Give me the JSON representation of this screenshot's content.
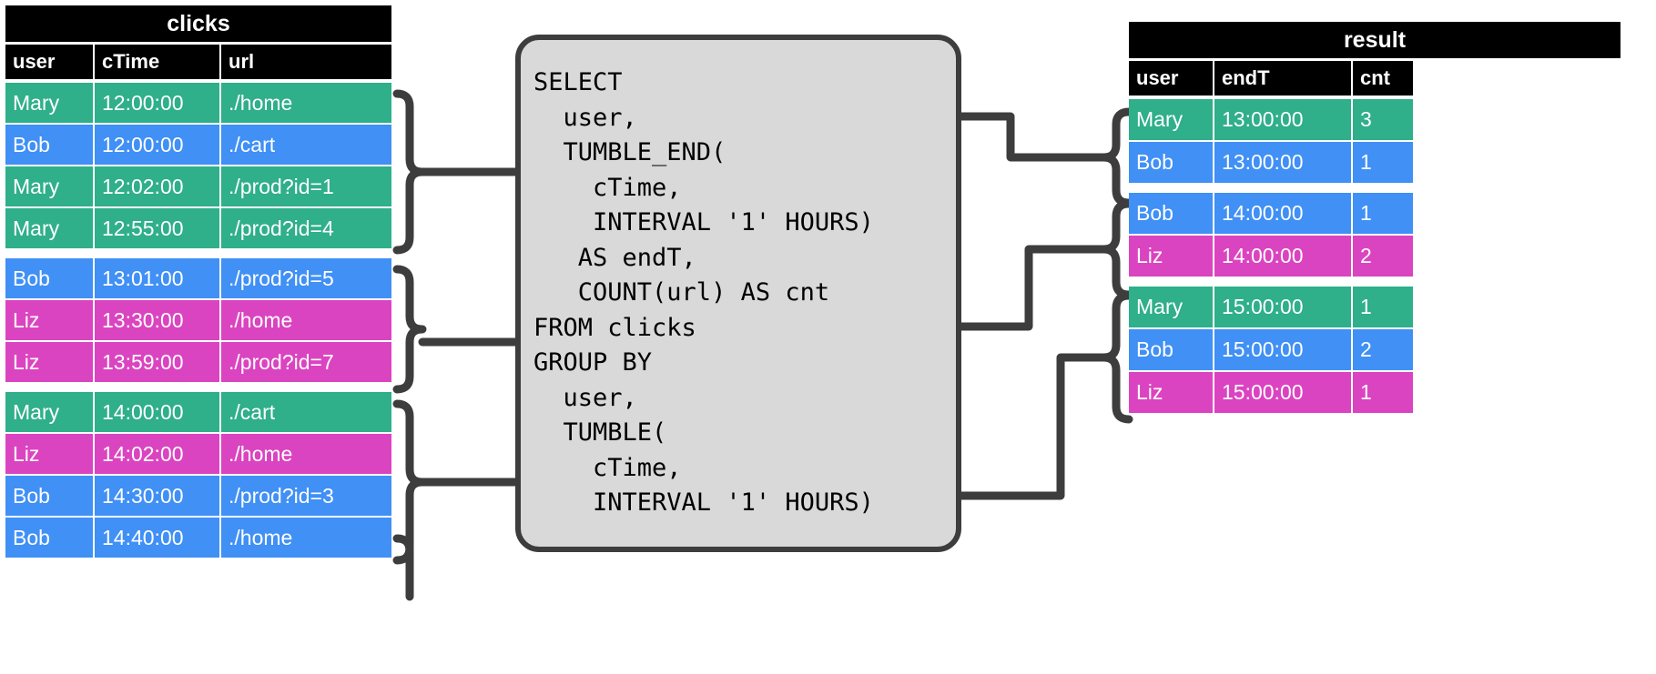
{
  "clicks": {
    "title": "clicks",
    "columns": [
      "user",
      "cTime",
      "url"
    ],
    "groups": [
      {
        "rows": [
          {
            "user": "Mary",
            "cTime": "12:00:00",
            "url": "./home",
            "color": "green"
          },
          {
            "user": "Bob",
            "cTime": "12:00:00",
            "url": "./cart",
            "color": "blue"
          },
          {
            "user": "Mary",
            "cTime": "12:02:00",
            "url": "./prod?id=1",
            "color": "green"
          },
          {
            "user": "Mary",
            "cTime": "12:55:00",
            "url": "./prod?id=4",
            "color": "green"
          }
        ]
      },
      {
        "rows": [
          {
            "user": "Bob",
            "cTime": "13:01:00",
            "url": "./prod?id=5",
            "color": "blue"
          },
          {
            "user": "Liz",
            "cTime": "13:30:00",
            "url": "./home",
            "color": "pink"
          },
          {
            "user": "Liz",
            "cTime": "13:59:00",
            "url": "./prod?id=7",
            "color": "pink"
          }
        ]
      },
      {
        "rows": [
          {
            "user": "Mary",
            "cTime": "14:00:00",
            "url": "./cart",
            "color": "green"
          },
          {
            "user": "Liz",
            "cTime": "14:02:00",
            "url": "./home",
            "color": "pink"
          },
          {
            "user": "Bob",
            "cTime": "14:30:00",
            "url": "./prod?id=3",
            "color": "blue"
          },
          {
            "user": "Bob",
            "cTime": "14:40:00",
            "url": "./home",
            "color": "blue"
          }
        ]
      }
    ]
  },
  "query": {
    "sql": "SELECT\n  user,\n  TUMBLE_END(\n    cTime,\n    INTERVAL '1' HOURS)\n   AS endT,\n   COUNT(url) AS cnt\nFROM clicks\nGROUP BY\n  user,\n  TUMBLE(\n    cTime,\n    INTERVAL '1' HOURS)"
  },
  "result": {
    "title": "result",
    "columns": [
      "user",
      "endT",
      "cnt"
    ],
    "groups": [
      {
        "rows": [
          {
            "user": "Mary",
            "endT": "13:00:00",
            "cnt": "3",
            "color": "green"
          },
          {
            "user": "Bob",
            "endT": "13:00:00",
            "cnt": "1",
            "color": "blue"
          }
        ]
      },
      {
        "rows": [
          {
            "user": "Bob",
            "endT": "14:00:00",
            "cnt": "1",
            "color": "blue"
          },
          {
            "user": "Liz",
            "endT": "14:00:00",
            "cnt": "2",
            "color": "pink"
          }
        ]
      },
      {
        "rows": [
          {
            "user": "Mary",
            "endT": "15:00:00",
            "cnt": "1",
            "color": "green"
          },
          {
            "user": "Bob",
            "endT": "15:00:00",
            "cnt": "2",
            "color": "blue"
          },
          {
            "user": "Liz",
            "endT": "15:00:00",
            "cnt": "1",
            "color": "pink"
          }
        ]
      }
    ]
  },
  "colors": {
    "green": "#2FAF8A",
    "blue": "#4090F5",
    "pink": "#DB44C0",
    "header": "#000000",
    "box_fill": "#D9D9D9",
    "box_stroke": "#3D3D3D"
  }
}
